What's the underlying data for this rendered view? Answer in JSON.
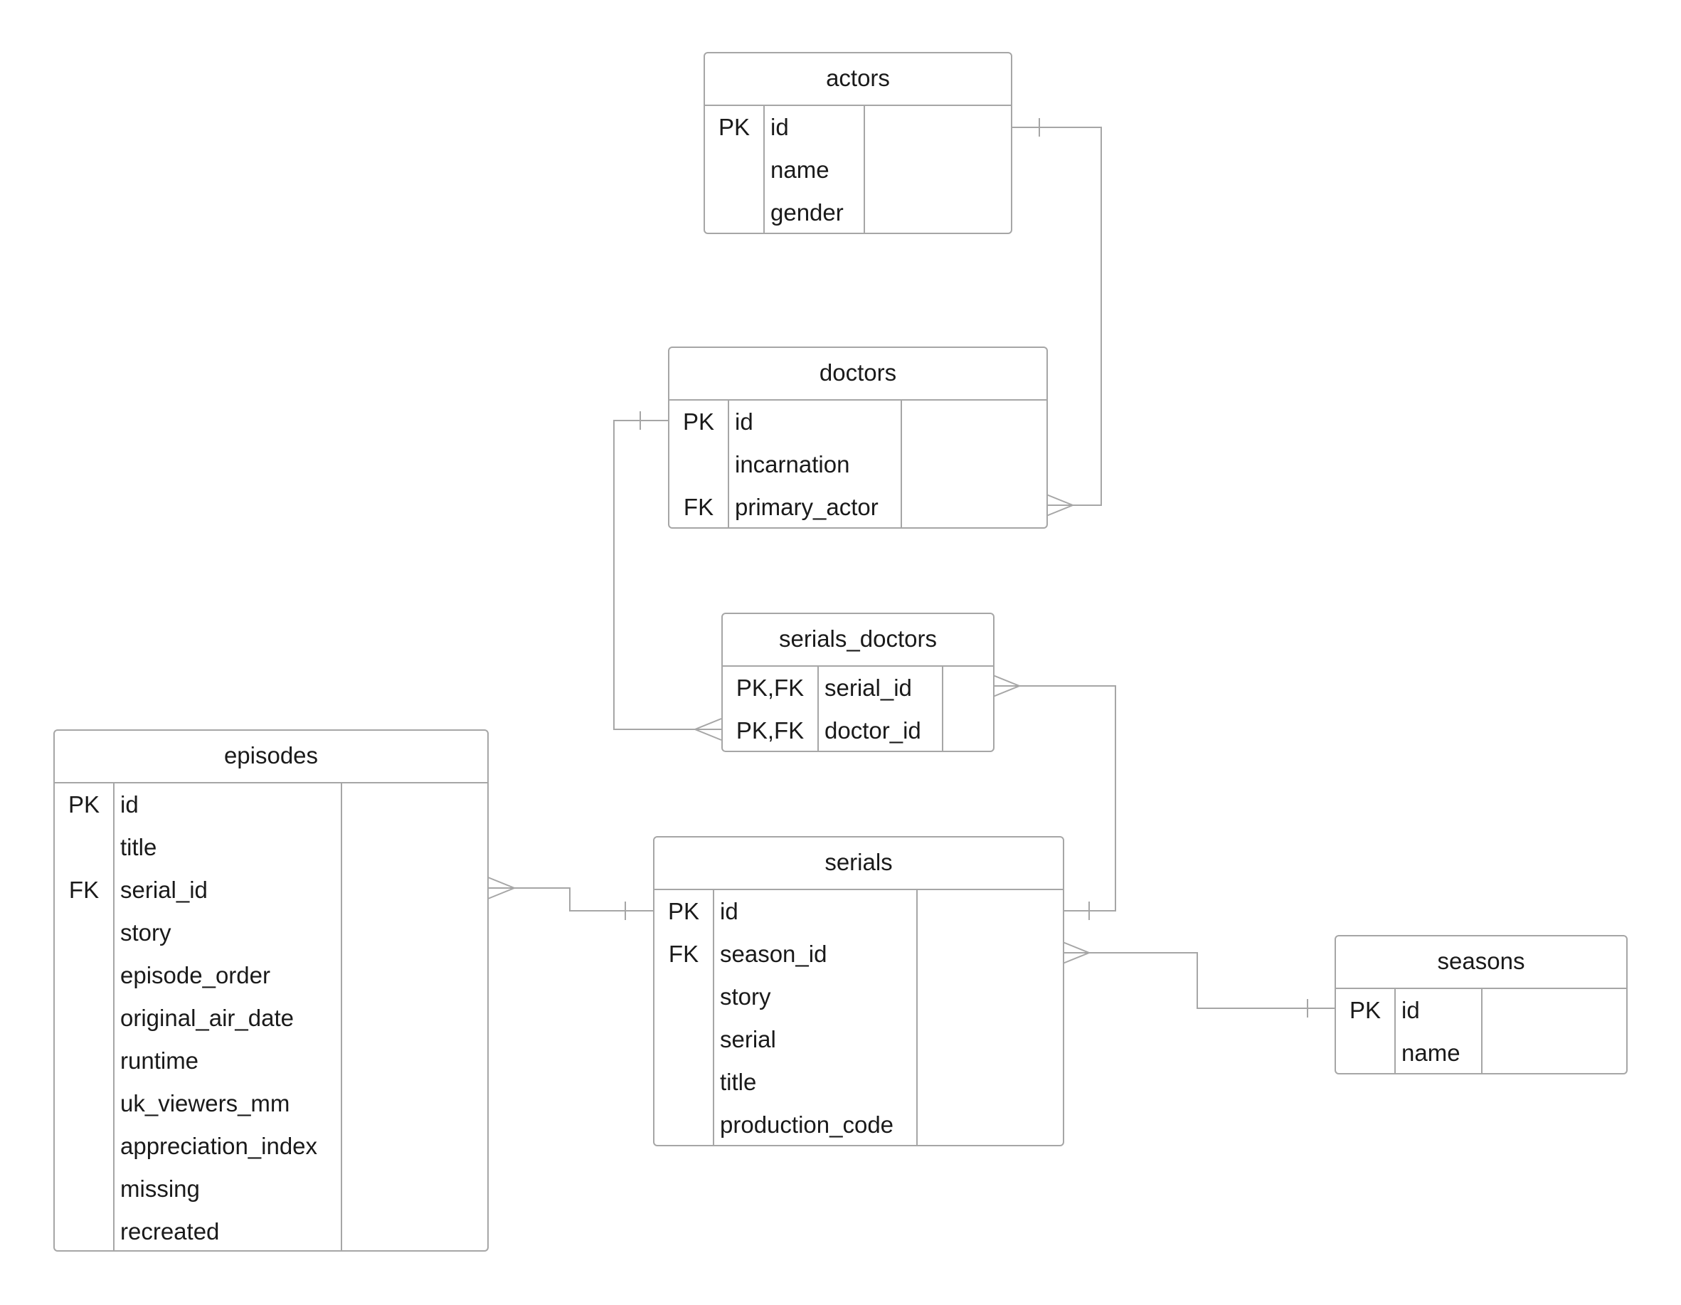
{
  "diagram": {
    "entities": {
      "actors": {
        "title": "actors",
        "fields": [
          {
            "key": "PK",
            "name": "id"
          },
          {
            "key": "",
            "name": "name"
          },
          {
            "key": "",
            "name": "gender"
          }
        ]
      },
      "doctors": {
        "title": "doctors",
        "fields": [
          {
            "key": "PK",
            "name": "id"
          },
          {
            "key": "",
            "name": "incarnation"
          },
          {
            "key": "FK",
            "name": "primary_actor"
          }
        ]
      },
      "serials_doctors": {
        "title": "serials_doctors",
        "fields": [
          {
            "key": "PK,FK",
            "name": "serial_id"
          },
          {
            "key": "PK,FK",
            "name": "doctor_id"
          }
        ]
      },
      "episodes": {
        "title": "episodes",
        "fields": [
          {
            "key": "PK",
            "name": "id"
          },
          {
            "key": "",
            "name": "title"
          },
          {
            "key": "FK",
            "name": "serial_id"
          },
          {
            "key": "",
            "name": "story"
          },
          {
            "key": "",
            "name": "episode_order"
          },
          {
            "key": "",
            "name": "original_air_date"
          },
          {
            "key": "",
            "name": "runtime"
          },
          {
            "key": "",
            "name": "uk_viewers_mm"
          },
          {
            "key": "",
            "name": "appreciation_index"
          },
          {
            "key": "",
            "name": "missing"
          },
          {
            "key": "",
            "name": "recreated"
          }
        ]
      },
      "serials": {
        "title": "serials",
        "fields": [
          {
            "key": "PK",
            "name": "id"
          },
          {
            "key": "FK",
            "name": "season_id"
          },
          {
            "key": "",
            "name": "story"
          },
          {
            "key": "",
            "name": "serial"
          },
          {
            "key": "",
            "name": "title"
          },
          {
            "key": "",
            "name": "production_code"
          }
        ]
      },
      "seasons": {
        "title": "seasons",
        "fields": [
          {
            "key": "PK",
            "name": "id"
          },
          {
            "key": "",
            "name": "name"
          }
        ]
      }
    },
    "relationships": [
      {
        "from": "actors.id",
        "to": "doctors.primary_actor",
        "from_end": "one",
        "to_end": "many"
      },
      {
        "from": "doctors.id",
        "to": "serials_doctors.doctor_id",
        "from_end": "one",
        "to_end": "many"
      },
      {
        "from": "serials.id",
        "to": "serials_doctors.serial_id",
        "from_end": "one",
        "to_end": "many"
      },
      {
        "from": "serials.id",
        "to": "episodes.serial_id",
        "from_end": "one",
        "to_end": "many"
      },
      {
        "from": "seasons.id",
        "to": "serials.season_id",
        "from_end": "one",
        "to_end": "many"
      }
    ],
    "colors": {
      "line": "#a6a6a6",
      "text": "#1a1a1a",
      "background": "#ffffff"
    }
  }
}
